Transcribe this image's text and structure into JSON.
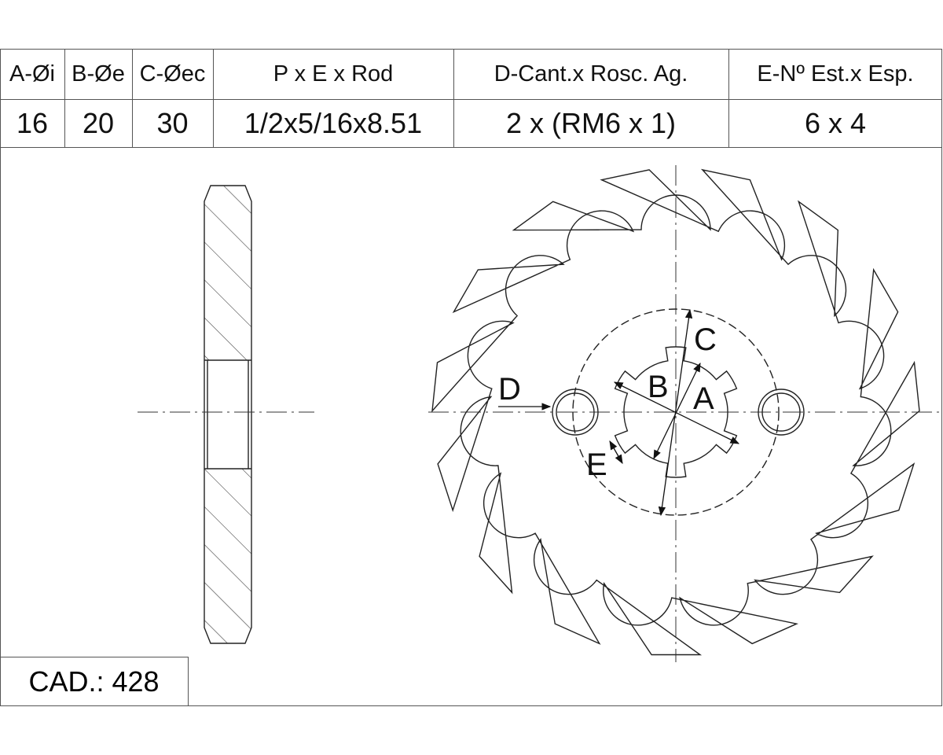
{
  "table": {
    "headers": [
      "A-Øi",
      "B-Øe",
      "C-Øec",
      "P x E x Rod",
      "D-Cant.x Rosc. Ag.",
      "E-Nº Est.x Esp."
    ],
    "values": [
      "16",
      "20",
      "30",
      "1/2x5/16x8.51",
      "2 x (RM6 x 1)",
      "6 x 4"
    ]
  },
  "cad": "CAD.: 428",
  "drawing": {
    "tooth_count": 15,
    "spline_count": 6,
    "mounting_holes": 2,
    "labels": {
      "a": "A",
      "b": "B",
      "c": "C",
      "d": "D",
      "e": "E"
    }
  }
}
